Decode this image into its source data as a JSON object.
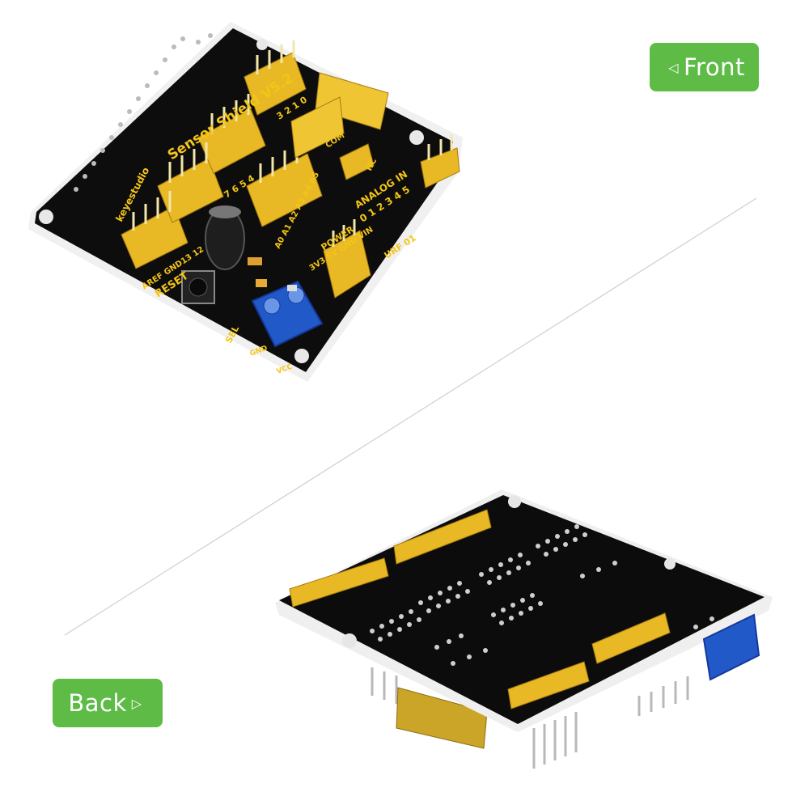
{
  "labels": {
    "front": "Front",
    "back": "Back",
    "front_arrow_icon": "triangle-left-icon",
    "back_arrow_icon": "triangle-right-icon"
  },
  "board_front": {
    "title": "Sensor Shield V5.2",
    "brand": "keyestudio",
    "silkscreen": [
      "AREF GND13 12",
      "RESET",
      "A0 A1 A2 A3 A4 A5",
      "ANALOG IN",
      "0 1 2 3 4 5",
      "POWER",
      "3V3 5V GND VIN",
      "IIC",
      "COM",
      "URF 01",
      "GND",
      "VCC",
      "7 6 5 4",
      "3 2 1 0",
      "SEL"
    ]
  },
  "colors": {
    "tag_bg": "#5dbb46",
    "pcb": "#0d0d0d",
    "header_yellow": "#e8b924",
    "terminal_blue": "#2259c9",
    "silk_yellow": "#f3c518"
  }
}
